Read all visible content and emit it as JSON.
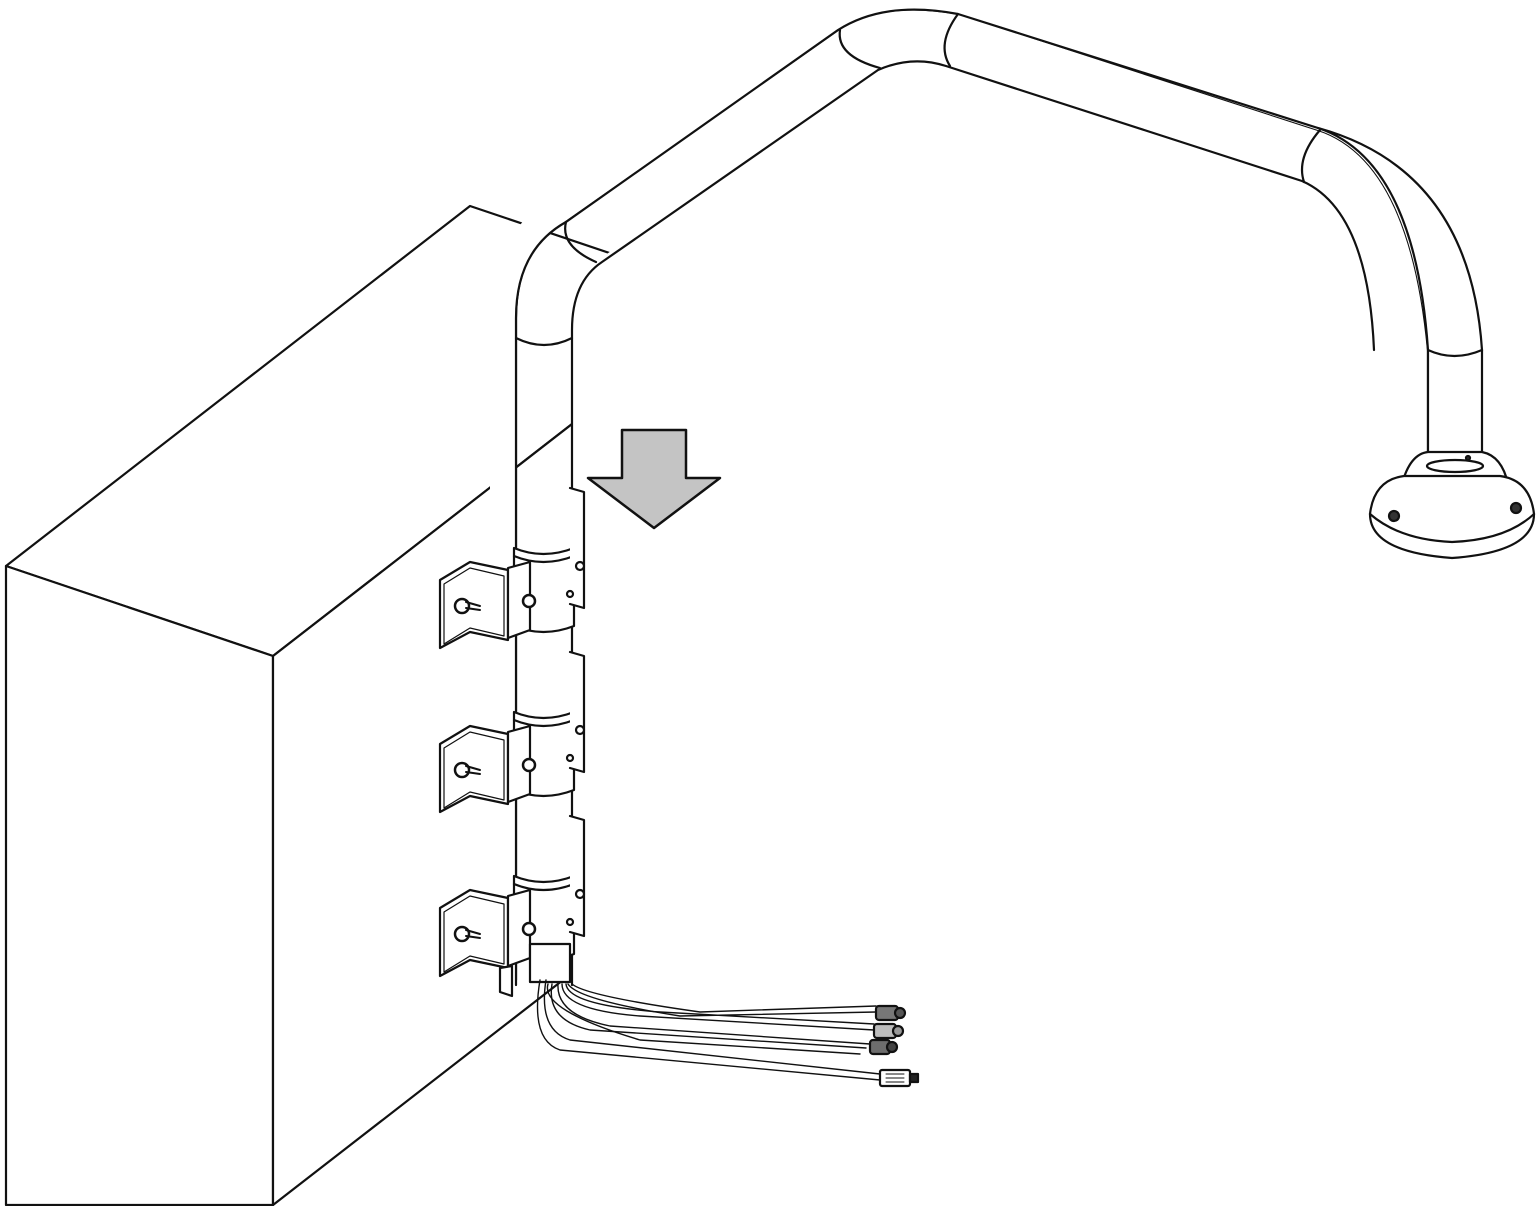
{
  "figure": {
    "subject": "wall-mount-pole-bracket-installation",
    "background_color": "#ffffff",
    "line_color": "#111111",
    "arrow_fill": "#c4c4c4",
    "arrow_direction": "down",
    "bracket_count": 3,
    "cable_connector_count": 4
  }
}
